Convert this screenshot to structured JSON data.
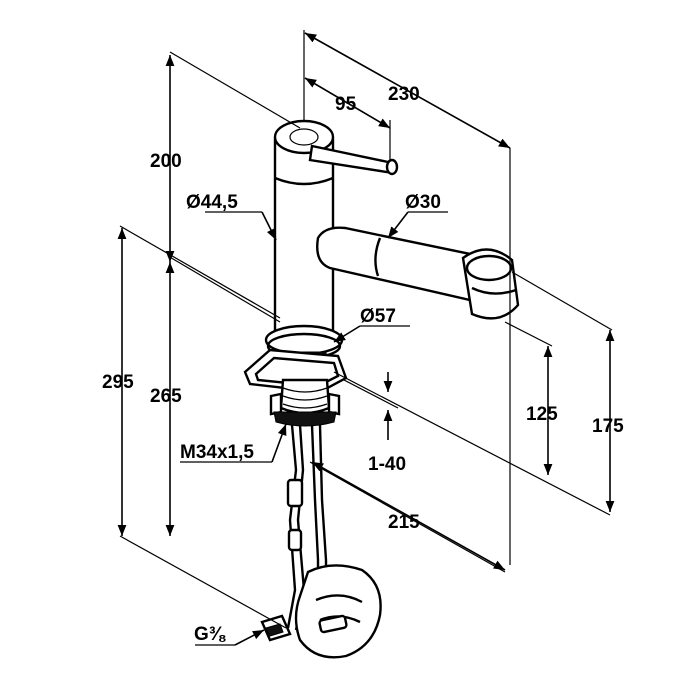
{
  "drawing": {
    "line_color": "#000000",
    "background": "#ffffff"
  },
  "dimensions": {
    "d230": "230",
    "d95": "95",
    "d200": "200",
    "dia44_5": "Ø44,5",
    "dia30": "Ø30",
    "dia57": "Ø57",
    "d295": "295",
    "d265": "265",
    "thread": "M34x1,5",
    "range_1_40": "1-40",
    "d215": "215",
    "d125": "125",
    "d175": "175",
    "pipe_thread": "G⅜"
  }
}
